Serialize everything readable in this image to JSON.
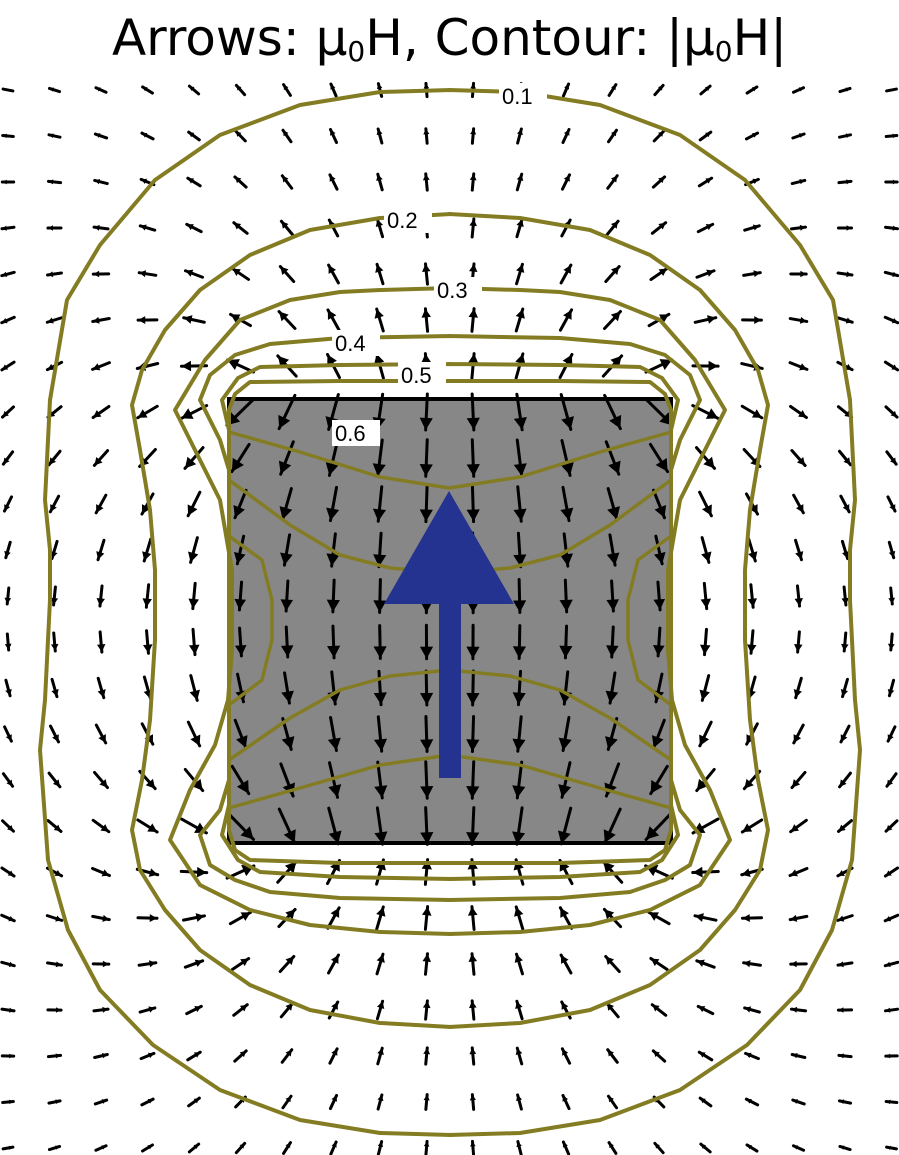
{
  "title": {
    "part1": "Arrows: μ",
    "sub1": "0",
    "part2": "H, Contour: |μ",
    "sub2": "0",
    "part3": "H|"
  },
  "contour_levels": [
    {
      "label": "0.1"
    },
    {
      "label": "0.2"
    },
    {
      "label": "0.3"
    },
    {
      "label": "0.4"
    },
    {
      "label": "0.5"
    },
    {
      "label": "0.6"
    }
  ],
  "colors": {
    "contour": "#847c22",
    "magnet_fill": "#878787",
    "magnet_edge": "#000000",
    "magnetization_arrow": "#24338f",
    "field_arrows": "#000000"
  },
  "icons": {
    "magnetization_arrow": "up-arrow-icon"
  }
}
